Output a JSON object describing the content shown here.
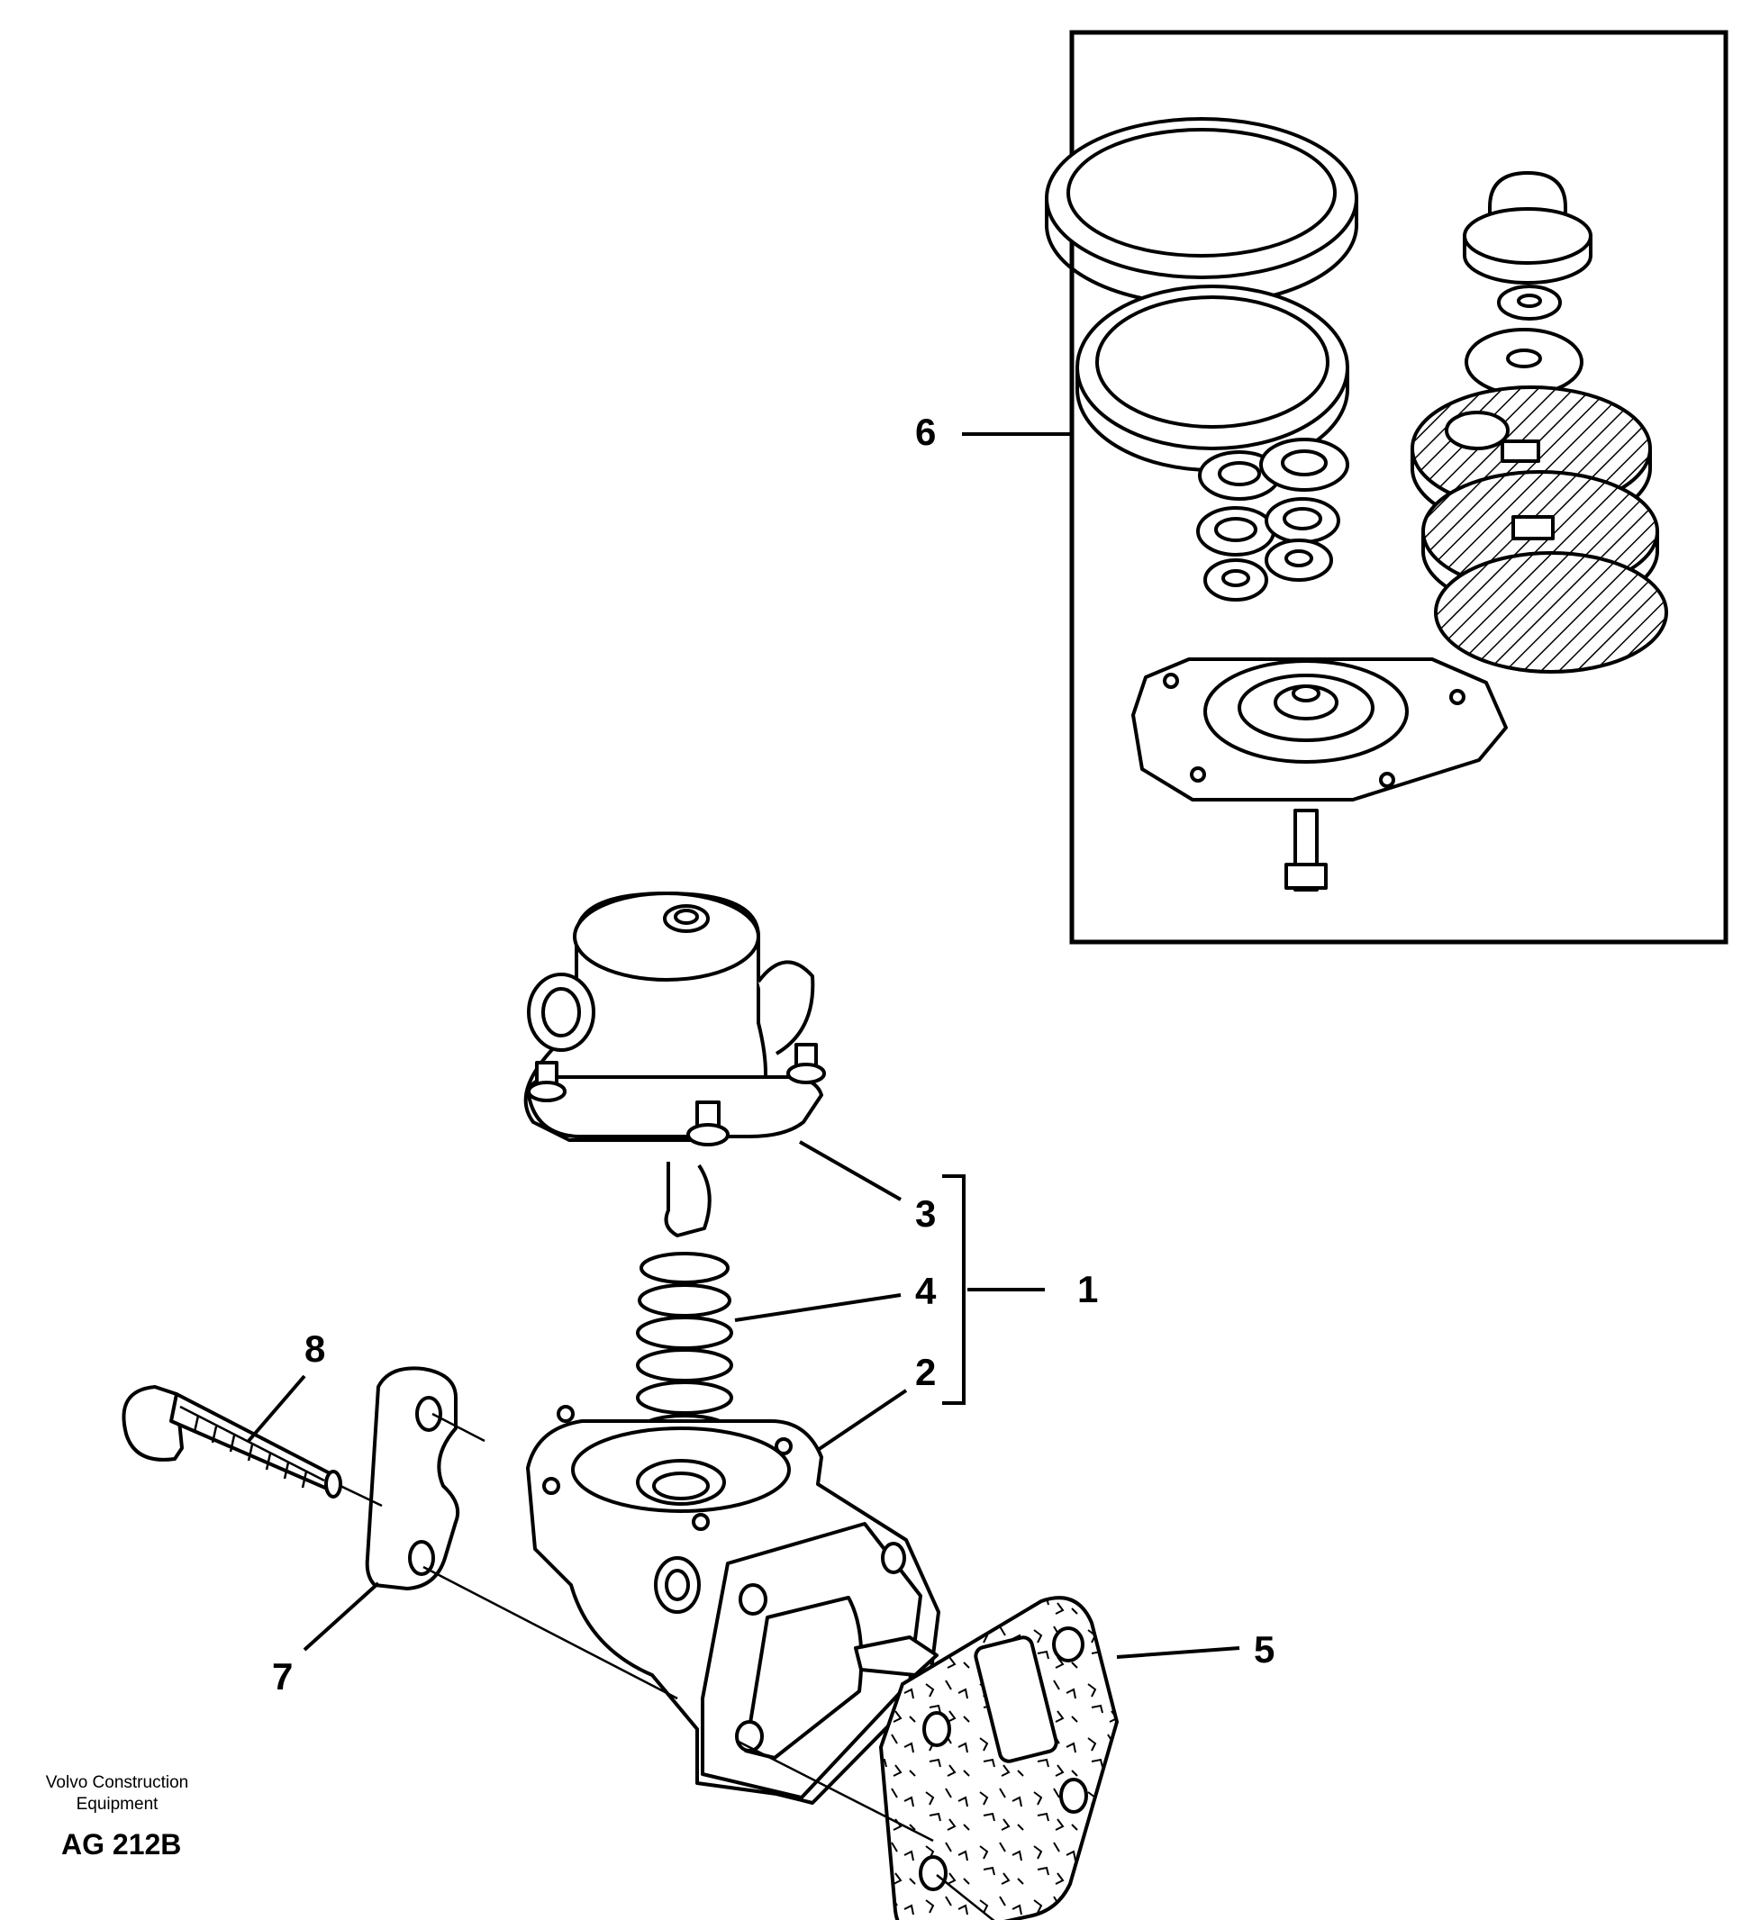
{
  "callouts": {
    "c1": "1",
    "c2": "2",
    "c3": "3",
    "c4": "4",
    "c5": "5",
    "c6": "6",
    "c7": "7",
    "c8": "8"
  },
  "footer": {
    "company_line1": "Volvo Construction",
    "company_line2": "Equipment",
    "reference": "AG 212B"
  }
}
